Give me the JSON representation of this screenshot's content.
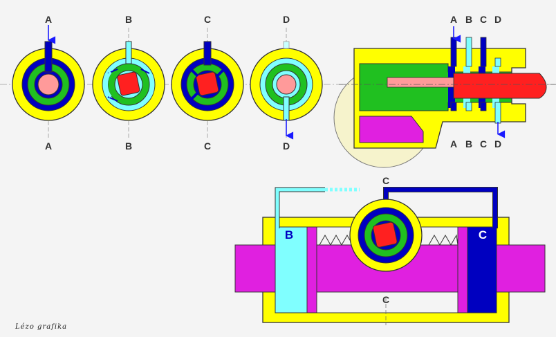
{
  "section_views": [
    {
      "id": "A",
      "top_label": "A",
      "bottom_label": "A"
    },
    {
      "id": "B",
      "top_label": "B",
      "bottom_label": "B"
    },
    {
      "id": "C",
      "top_label": "C",
      "bottom_label": "C"
    },
    {
      "id": "D",
      "top_label": "D",
      "bottom_label": "D"
    }
  ],
  "valve_labels": {
    "top": [
      "A",
      "B",
      "C",
      "D"
    ],
    "bottom": [
      "A",
      "B",
      "C",
      "D"
    ]
  },
  "cylinder": {
    "top_line_label": "C",
    "bottom_line_label": "C",
    "left_chamber_label": "B",
    "right_chamber_label": "C"
  },
  "signature": "Lézo grafika",
  "colors": {
    "background": "#f4f4f4",
    "housing": "#ffff00",
    "rotor": "#ff2020",
    "pressure": "#0000c0",
    "return": "#80ffff",
    "spool": "#20c020",
    "piston": "#e020e0",
    "outline": "#333333",
    "arrow": "#1a1aff"
  }
}
